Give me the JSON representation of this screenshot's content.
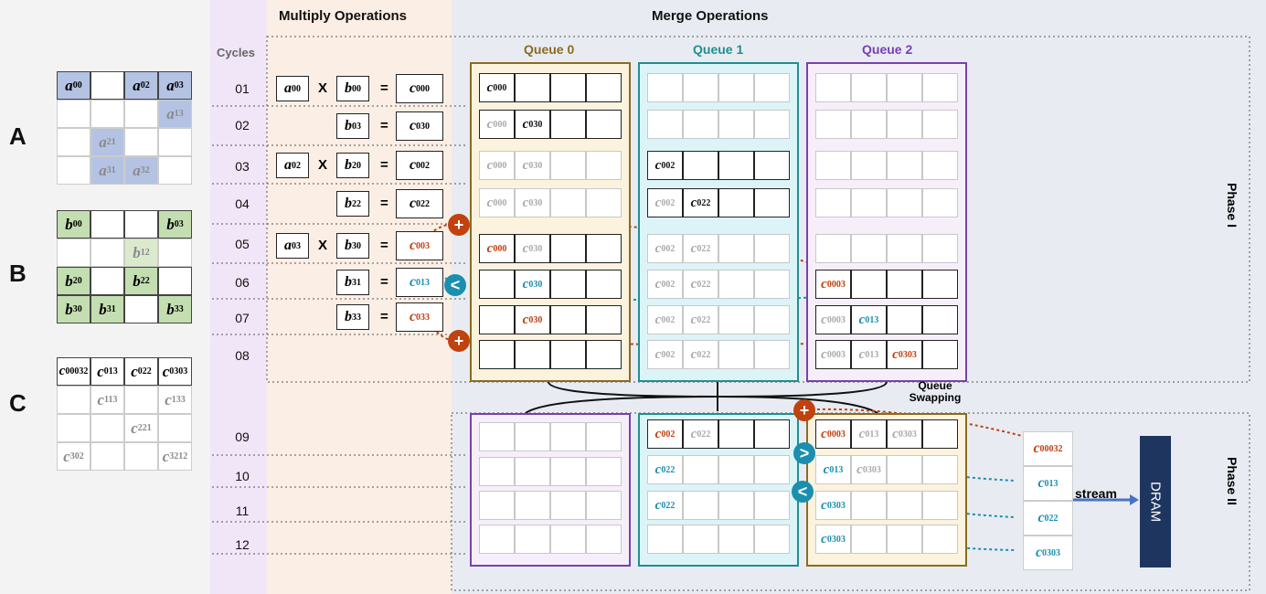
{
  "headers": {
    "multiply": "Multiply Operations",
    "merge": "Merge Operations",
    "cycles": "Cycles"
  },
  "queues": {
    "q0": "Queue 0",
    "q1": "Queue 1",
    "q2": "Queue 2"
  },
  "phases": {
    "p1": "Phase I",
    "p2": "Phase II"
  },
  "swap_label": "Queue Swapping",
  "stream_label": "stream",
  "dram_label": "DRAM",
  "matrix_labels": {
    "a": "A",
    "b": "B",
    "c": "C"
  },
  "cycles": [
    "01",
    "02",
    "03",
    "04",
    "05",
    "06",
    "07",
    "08",
    "09",
    "10",
    "11",
    "12"
  ],
  "ops": {
    "x": "X",
    "eq": "="
  },
  "colors": {
    "queue0": "#8b6b1f",
    "queue1": "#1f8f8f",
    "queue2": "#7a3fb0",
    "red": "#c0420e",
    "teal": "#1a8fb0"
  }
}
